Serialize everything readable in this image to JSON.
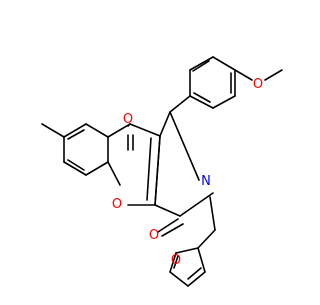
{
  "diagram": {
    "type": "chemical-structure",
    "atom_labels": {
      "carbonyl_o_top": "O",
      "carbonyl_o_bottom": "O",
      "chromene_o": "O",
      "lactam_n": "N",
      "furan_o": "O",
      "methoxy_o": "O"
    },
    "colors": {
      "carbon_bonds": "#000000",
      "oxygen": "#ff0000",
      "nitrogen": "#0000ff"
    }
  }
}
